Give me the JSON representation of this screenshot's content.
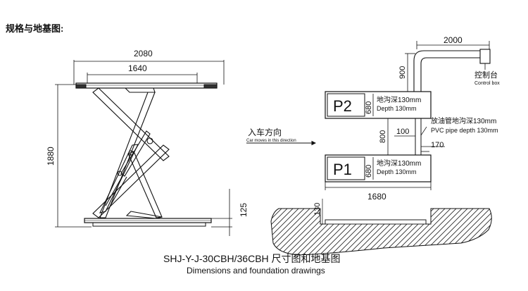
{
  "header": {
    "spec_title": "规格与地基图:"
  },
  "lift": {
    "dim_outer_length": "2080",
    "dim_inner_length": "1640",
    "dim_height": "1880",
    "dim_base_height": "125"
  },
  "foundation": {
    "direction_cn": "入车方向",
    "direction_en": "Car moves in this direction",
    "p2_label": "P2",
    "p1_label": "P1",
    "p2_width": "680",
    "p1_width": "680",
    "pit_depth_cn": "地沟深130mm",
    "pit_depth_en": "Depth 130mm",
    "gap": "800",
    "pipe_offset": "100",
    "pipe_gap": "170",
    "pipe_vertical": "900",
    "pipe_horizontal": "2000",
    "pipe_label_cn": "放油管地沟深130mm",
    "pipe_label_en": "PVC pipe depth 130mm",
    "control_box_cn": "控制台",
    "control_box_en": "Control box",
    "total_length": "1680",
    "section_depth": "130"
  },
  "caption": {
    "title": "SHJ-Y-J-30CBH/36CBH 尺寸图和地基图",
    "subtitle": "Dimensions and foundation drawings"
  }
}
